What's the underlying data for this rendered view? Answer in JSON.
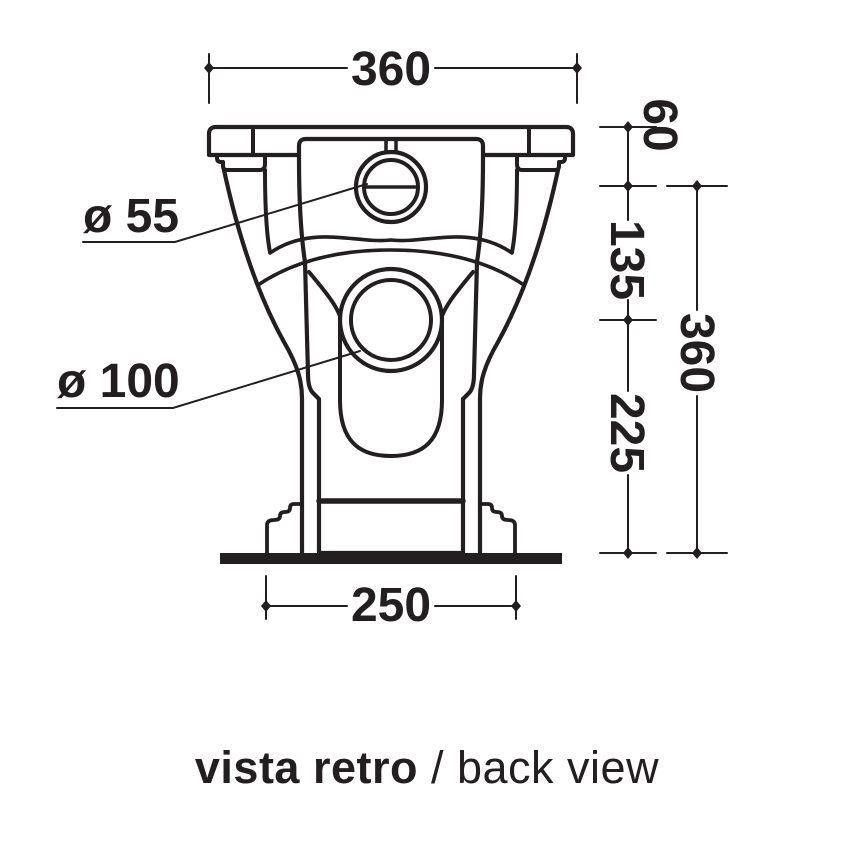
{
  "drawing": {
    "type": "technical-dimension-drawing",
    "subject": "sanitary ceramic fixture, back elevation",
    "colors": {
      "ink": "#231f20",
      "background": "#ffffff"
    },
    "dimensions": {
      "top_width": "360",
      "top_edge_drop": "60",
      "inlet_drop": "135",
      "outlet_drop": "225",
      "overall_height": "360",
      "base_width": "250",
      "inlet_diameter": "ø 55",
      "outlet_diameter": "ø 100"
    },
    "caption": {
      "bold": "vista retro",
      "regular": "/ back view"
    }
  }
}
